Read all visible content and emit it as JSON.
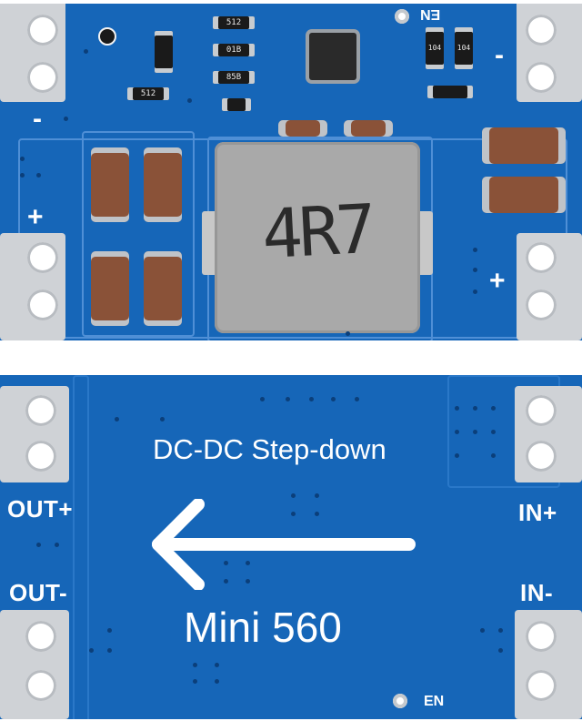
{
  "top_board": {
    "inductor_code": "4R7",
    "resistor_codes": [
      "512",
      "01B",
      "85B",
      "512"
    ],
    "small_resistor_codes": [
      "104",
      "104"
    ],
    "en_label": "EN",
    "plus_left": "+",
    "minus_left": "-",
    "plus_right": "+",
    "minus_right": "-"
  },
  "bottom_board": {
    "title": "DC-DC Step-down",
    "name": "Mini 560",
    "out_plus": "OUT+",
    "out_minus": "OUT-",
    "in_plus": "IN+",
    "in_minus": "IN-",
    "en_label": "EN"
  },
  "colors": {
    "pcb": "#1666b8",
    "pad": "#cfd2d6",
    "inductor": "#a9a9a9",
    "capacitor": "#8a5238",
    "silkscreen": "#ffffff"
  }
}
